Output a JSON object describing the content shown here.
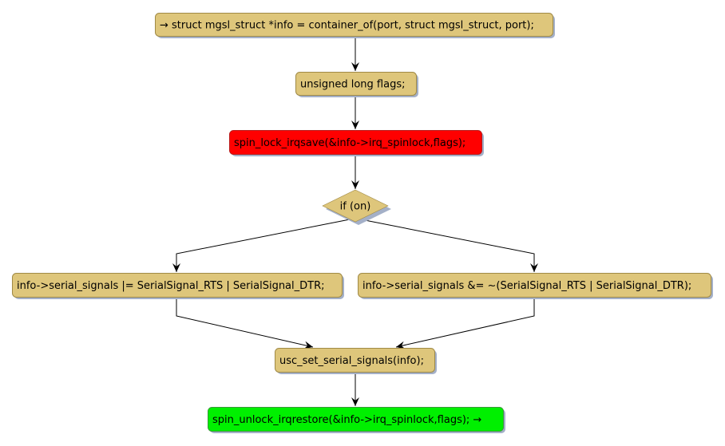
{
  "diagram": {
    "type": "flowchart",
    "colors": {
      "default_fill": "#dec67b",
      "default_stroke": "#a08a46",
      "lock_fill": "#ff0000",
      "lock_stroke": "#b71c1c",
      "unlock_fill": "#00f000",
      "unlock_stroke": "#3a9a3a",
      "shadow": "#a4b0c8",
      "edge": "#000000"
    },
    "nodes": [
      {
        "id": "n1",
        "shape": "box",
        "style": "default",
        "label": "→ struct mgsl_struct *info = container_of(port, struct mgsl_struct, port);"
      },
      {
        "id": "n2",
        "shape": "box",
        "style": "default",
        "label": "unsigned long flags;"
      },
      {
        "id": "n3",
        "shape": "box",
        "style": "lock",
        "label": "spin_lock_irqsave(&info->irq_spinlock,flags);"
      },
      {
        "id": "n4",
        "shape": "diamond",
        "style": "default",
        "label": "if (on)"
      },
      {
        "id": "n5",
        "shape": "box",
        "style": "default",
        "label": "info->serial_signals |= SerialSignal_RTS | SerialSignal_DTR;"
      },
      {
        "id": "n6",
        "shape": "box",
        "style": "default",
        "label": "info->serial_signals &= ~(SerialSignal_RTS | SerialSignal_DTR);"
      },
      {
        "id": "n7",
        "shape": "box",
        "style": "default",
        "label": "usc_set_serial_signals(info);"
      },
      {
        "id": "n8",
        "shape": "box",
        "style": "unlock",
        "label": "spin_unlock_irqrestore(&info->irq_spinlock,flags); →"
      }
    ],
    "edges": [
      {
        "from": "n1",
        "to": "n2"
      },
      {
        "from": "n2",
        "to": "n3"
      },
      {
        "from": "n3",
        "to": "n4"
      },
      {
        "from": "n4",
        "to": "n5"
      },
      {
        "from": "n4",
        "to": "n6"
      },
      {
        "from": "n5",
        "to": "n7"
      },
      {
        "from": "n6",
        "to": "n7"
      },
      {
        "from": "n7",
        "to": "n8"
      }
    ]
  }
}
